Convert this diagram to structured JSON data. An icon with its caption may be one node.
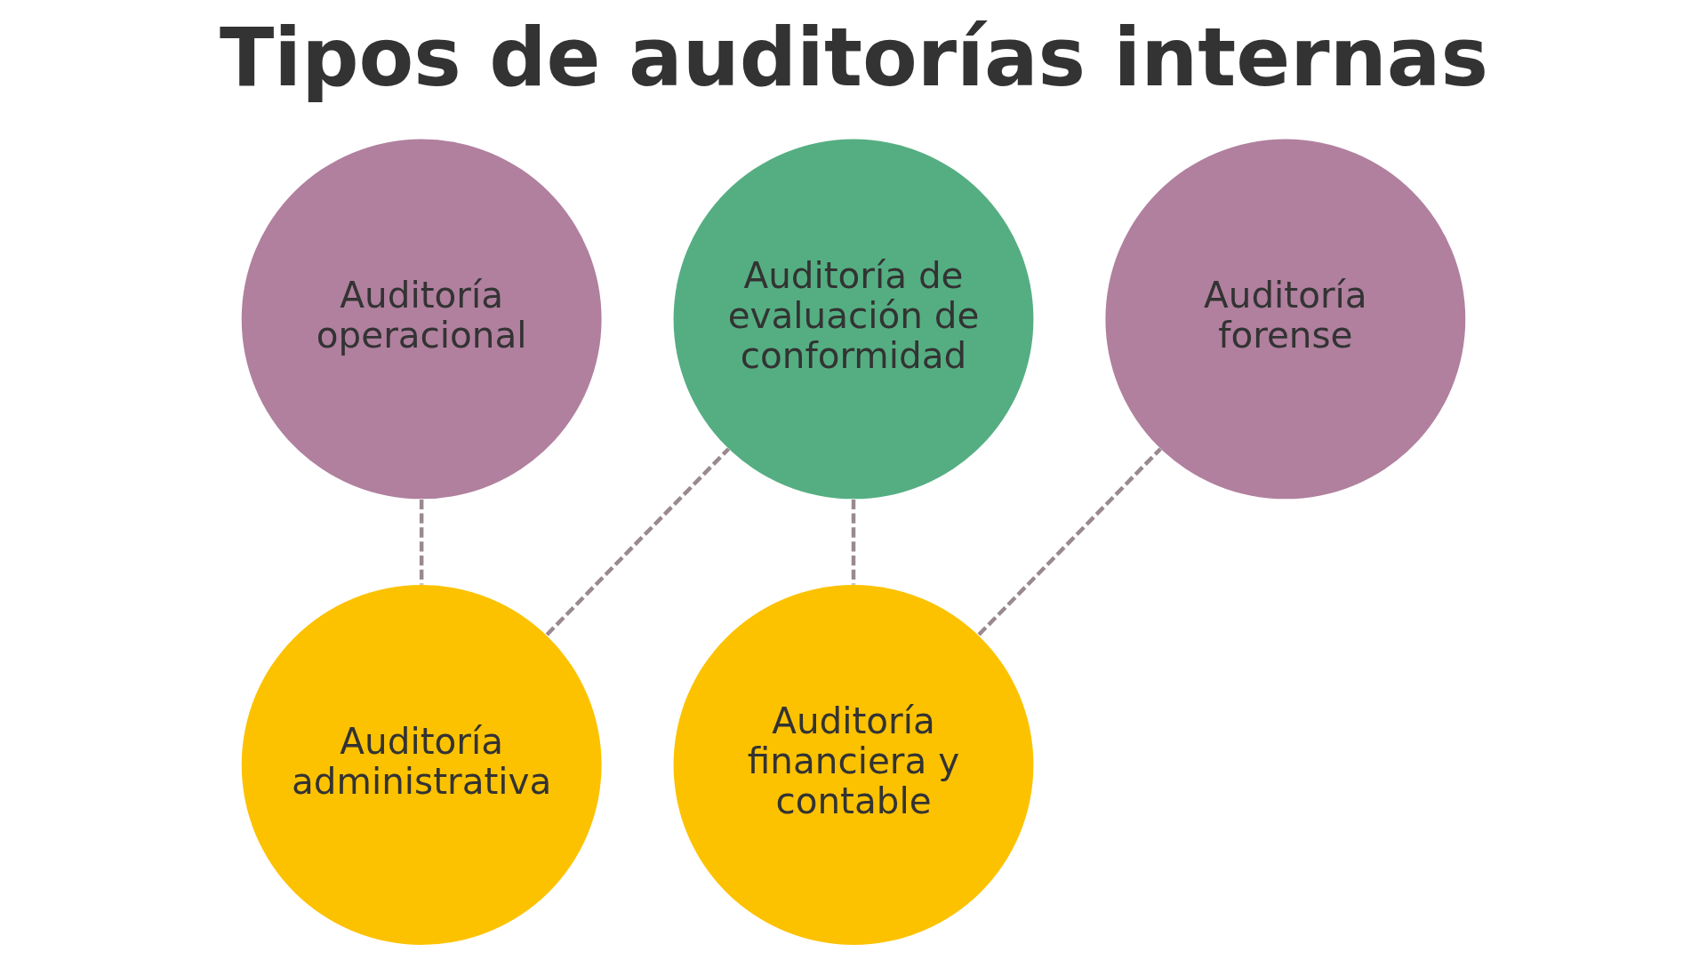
{
  "diagram": {
    "title": "Tipos de auditorías internas",
    "nodes": [
      {
        "text": [
          "Auditoría operacional"
        ]
      },
      {
        "text": [
          "Auditoría administrativa"
        ]
      },
      {
        "text": [
          "Auditoría de evaluación de conformidad"
        ]
      },
      {
        "text": [
          "Auditoría financiera y contable"
        ]
      },
      {
        "text": [
          "Auditoría forense"
        ]
      }
    ],
    "edges": [
      {
        "from": 0,
        "to": 1,
        "arrow": "none",
        "style": "dashed"
      },
      {
        "from": 1,
        "to": 2,
        "arrow": "none",
        "style": "dashed"
      },
      {
        "from": 2,
        "to": 3,
        "arrow": "none",
        "style": "dashed"
      },
      {
        "from": 3,
        "to": 4,
        "arrow": "none",
        "style": "dashed"
      }
    ]
  }
}
